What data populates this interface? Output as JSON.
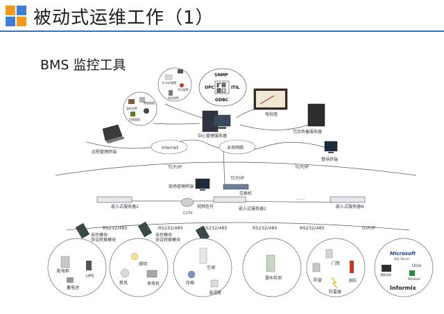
{
  "header": {
    "title": "被动式运维工作（1）",
    "logo_colors": [
      "#f39a1e",
      "#3f7ed6",
      "#3f7ed6",
      "#f39a1e"
    ]
  },
  "subtitle": "BMS 监控工具",
  "diagram": {
    "clouds": {
      "internet": "Internet",
      "business_network": "业务网络"
    },
    "top_protocols": [
      "SNMP",
      "OPC",
      "扩容",
      "接口",
      "ITIL",
      "ODBC"
    ],
    "alert_icons": [
      "E-mail报警",
      "声光报警",
      "短信报警"
    ],
    "audit_icons": [
      "监听告警",
      "数据备查",
      "回放管理"
    ],
    "nodes": {
      "remote_terminal": "远程管理终端",
      "central_server": "中心管理服务器",
      "site": "电视墙",
      "redundant_server": "冗余热备服务器",
      "ops_terminal": "督导终端",
      "site_terminal": "现场管理终端",
      "switch": "交换机",
      "cctv": "CCTV",
      "video_signal": "视频信号",
      "embedded1": "嵌入式服务器1",
      "embedded2": "嵌入式服务器2",
      "embeddedN": "嵌入式服务器N",
      "ellipsis": "……"
    },
    "links": {
      "tcpip_left": "TCP/IP",
      "tcpip_center": "TCP/IP",
      "tcpip_right": "TCP/IP"
    },
    "converters": {
      "module1": [
        "采控模块",
        "协议转换模块"
      ],
      "module2": [
        "采控模块",
        "协议转换模块"
      ]
    },
    "bottom_links": [
      "RS232/485",
      "RS232/485",
      "RS232/485",
      "RS232/485",
      "RS232/485",
      "TCP/IP"
    ],
    "circles": [
      {
        "items": [
          "配电柜",
          "UPS",
          "蓄电池"
        ]
      },
      {
        "items": [
          "照明",
          "新风",
          "发电机"
        ]
      },
      {
        "items": [
          "空调",
          "压缩",
          "温湿度"
        ]
      },
      {
        "items": [
          "漏水检测"
        ]
      },
      {
        "items": [
          "门禁",
          "防盗",
          "消防",
          "防雷器"
        ]
      },
      {
        "items": [
          "Microsoft",
          "SQL Server",
          "Unix",
          "博智系统",
          "Windows",
          "Informix"
        ]
      }
    ]
  }
}
